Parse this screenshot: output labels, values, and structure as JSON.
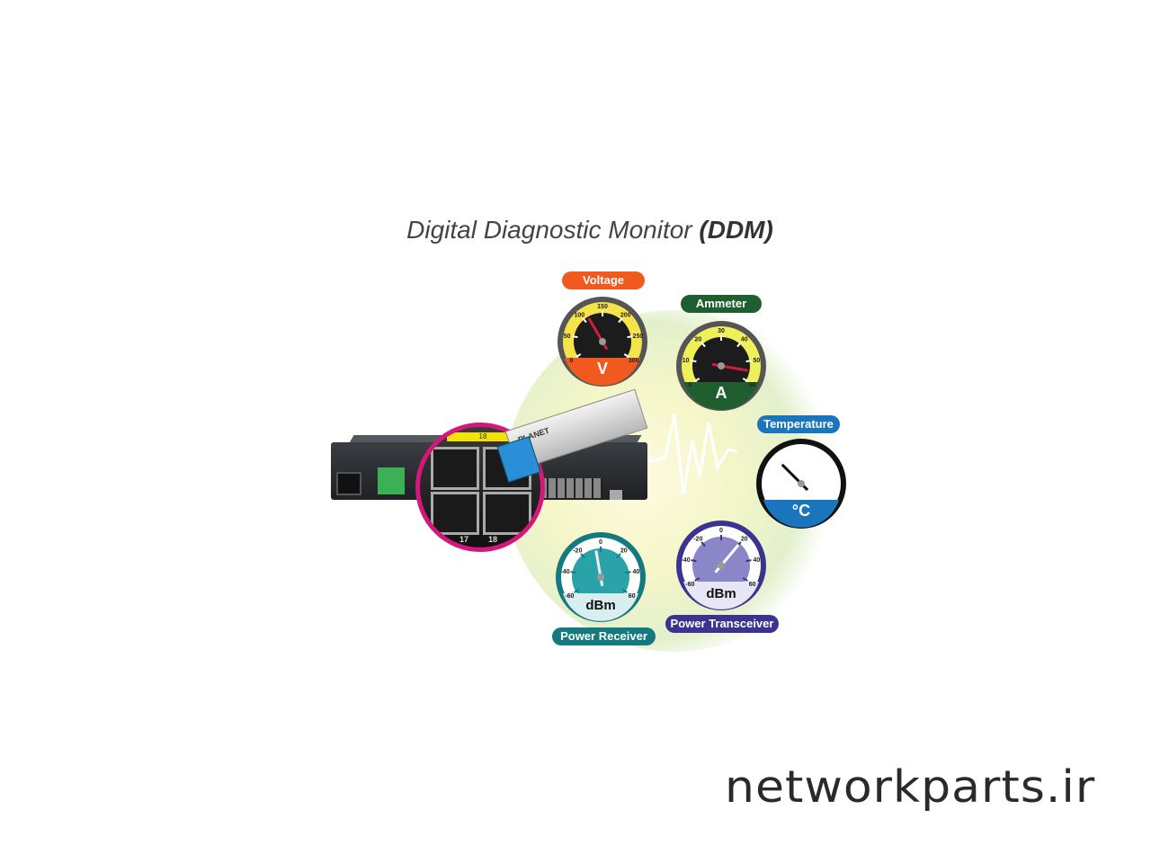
{
  "title": {
    "main": "Digital Diagnostic Monitor ",
    "bold": "(DDM)"
  },
  "device": {
    "port_header": "18",
    "port_labels": [
      "17",
      "18"
    ],
    "sfp_brand": "PLANET"
  },
  "gauges": {
    "voltage": {
      "label": "Voltage",
      "unit": "V",
      "color": "#f05a1e",
      "ticks": [
        "0",
        "50",
        "100",
        "150",
        "200",
        "250",
        "300"
      ],
      "reading": 112
    },
    "ammeter": {
      "label": "Ammeter",
      "unit": "A",
      "color": "#1f5e2e",
      "ticks": [
        "0",
        "10",
        "20",
        "30",
        "40",
        "50",
        "60"
      ],
      "reading": 55
    },
    "temperature": {
      "label": "Temperature",
      "unit": "°C",
      "color": "#1a75bc"
    },
    "power_receiver": {
      "label": "Power Receiver",
      "unit": "dBm",
      "color": "#157a80",
      "ticks": [
        "-60",
        "-40",
        "-20",
        "0",
        "20",
        "40",
        "60"
      ]
    },
    "power_transceiver": {
      "label": "Power Transceiver",
      "unit": "dBm",
      "color": "#3a3490",
      "ticks": [
        "-60",
        "-40",
        "-20",
        "0",
        "20",
        "40",
        "60"
      ]
    }
  },
  "watermark": "networkparts.ir"
}
